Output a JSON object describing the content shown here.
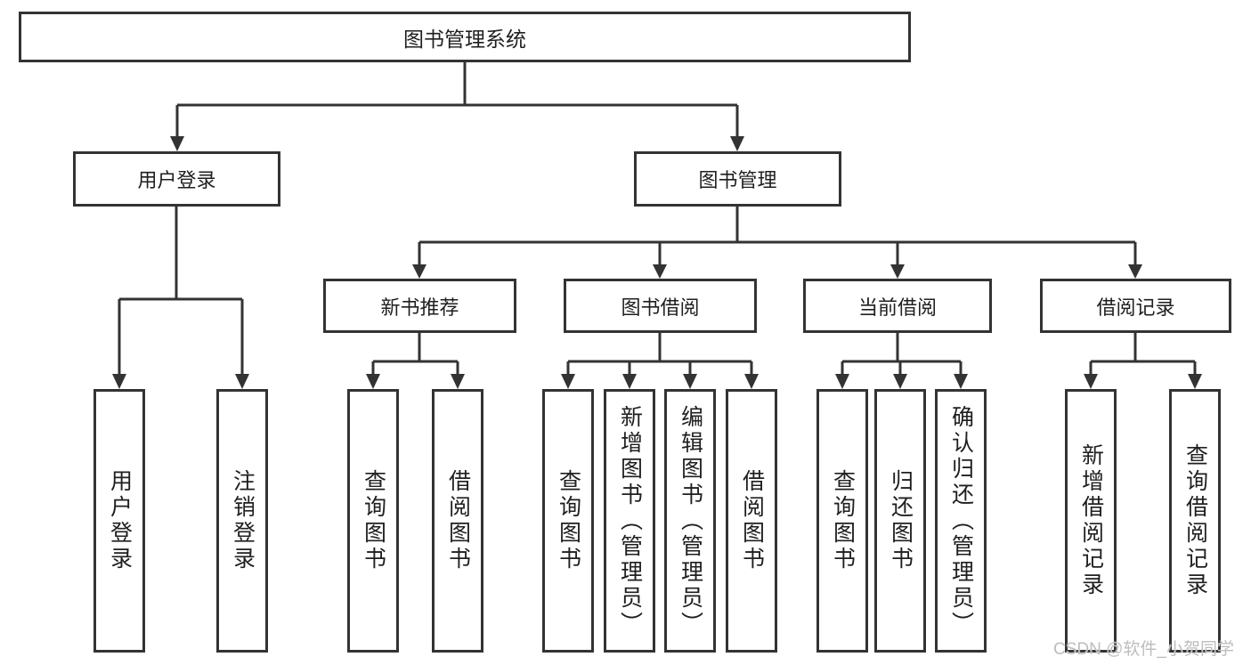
{
  "diagram": {
    "root": {
      "label": "图书管理系统"
    },
    "branches": [
      {
        "label": "用户登录",
        "leaves": [
          "用户登录",
          "注销登录"
        ]
      },
      {
        "label": "图书管理",
        "groups": [
          {
            "label": "新书推荐",
            "leaves": [
              "查询图书",
              "借阅图书"
            ]
          },
          {
            "label": "图书借阅",
            "leaves": [
              "查询图书",
              "新增图书（管理员）",
              "编辑图书（管理员）",
              "借阅图书"
            ]
          },
          {
            "label": "当前借阅",
            "leaves": [
              "查询图书",
              "归还图书",
              "确认归还（管理员）"
            ]
          },
          {
            "label": "借阅记录",
            "leaves": [
              "新增借阅记录",
              "查询借阅记录"
            ]
          }
        ]
      }
    ]
  },
  "watermark": {
    "text": "CSDN @软件_小贺同学"
  },
  "colors": {
    "line": "#333333",
    "text": "#1f1f1f",
    "background": "#ffffff",
    "watermark": "#bdbdbd"
  }
}
